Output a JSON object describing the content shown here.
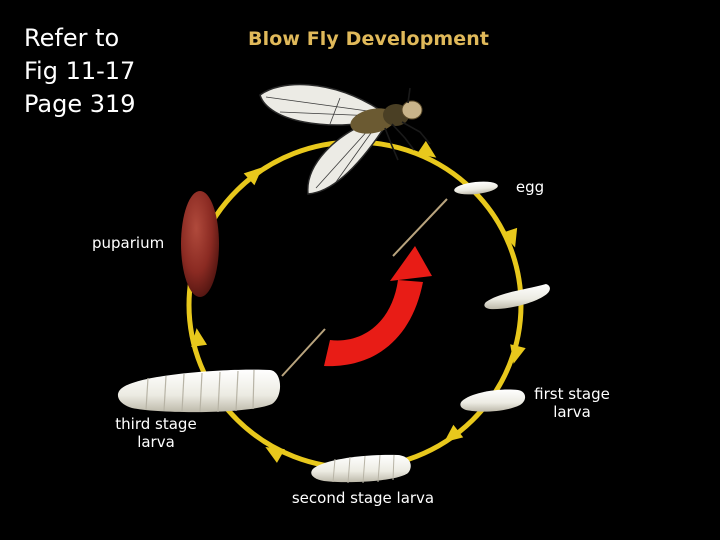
{
  "reference_note": {
    "line1": "Refer to",
    "line2": "Fig 11-17",
    "line3": "Page 319"
  },
  "title": "Blow Fly Development",
  "stages": {
    "egg": "egg",
    "first": {
      "line1": "first stage",
      "line2": "larva"
    },
    "second": "second stage larva",
    "third": {
      "line1": "third stage",
      "line2": "larva"
    },
    "puparium": "puparium"
  },
  "colors": {
    "cycle_ring": "#e8c81c",
    "direction_arrow": "#e81c16",
    "title": "#e0b95a",
    "larva": "#f1efe6",
    "puparium": "#8a2a22"
  }
}
